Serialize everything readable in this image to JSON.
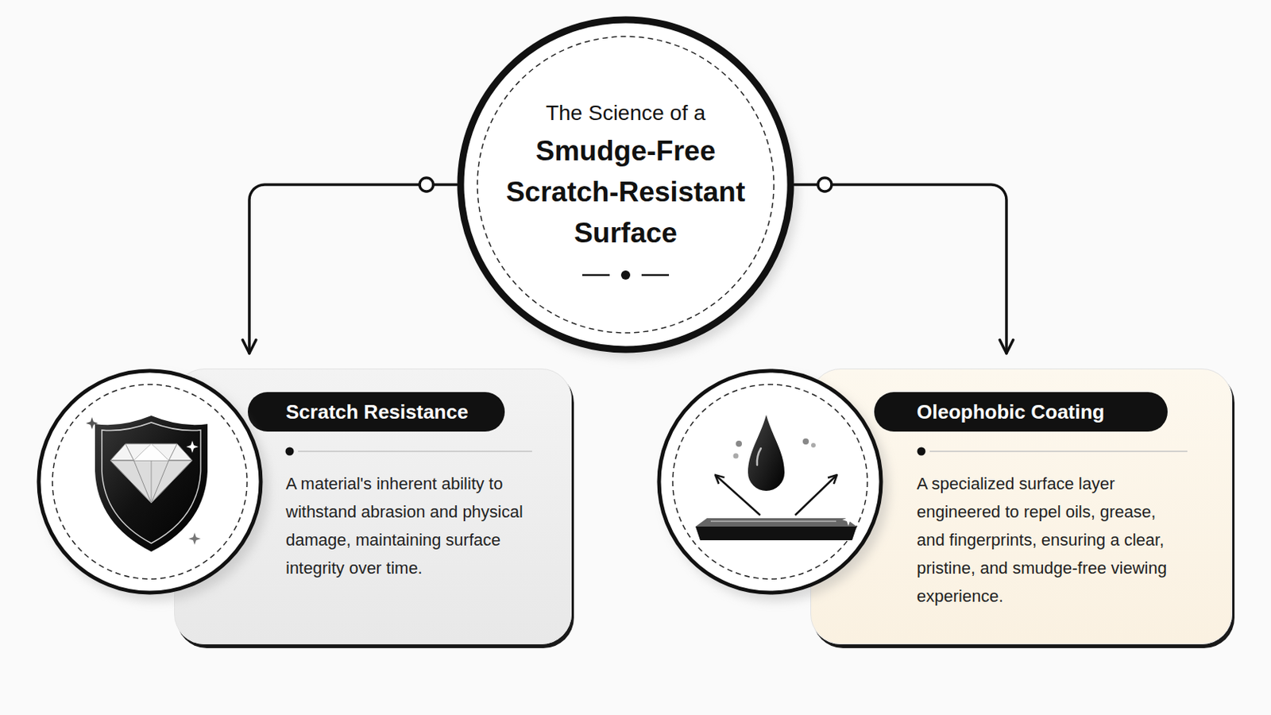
{
  "diagram": {
    "nodes": [
      {
        "text": [
          "The Science of a",
          "Smudge-Free Scratch-Resistant Surface"
        ]
      },
      {
        "text": [
          "Scratch Resistance",
          "A material's inherent ability to withstand abrasion and physical damage, maintaining surface integrity over time."
        ]
      },
      {
        "text": [
          "Oleophobic Coating",
          "A specialized surface layer engineered to repel oils, grease, and fingerprints, ensuring a clear, pristine, and smudge-free viewing experience."
        ]
      }
    ],
    "edges": [
      {
        "from": 0,
        "to": 1,
        "arrow": "to"
      },
      {
        "from": 0,
        "to": 2,
        "arrow": "to"
      }
    ]
  }
}
